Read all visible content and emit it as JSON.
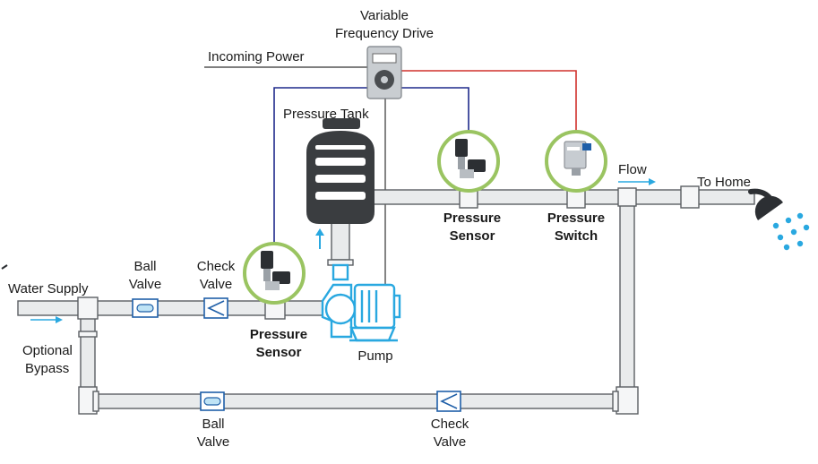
{
  "title": [
    "Variable",
    "Frequency Drive"
  ],
  "labels": {
    "incoming_power": "Incoming Power",
    "pressure_tank": "Pressure Tank",
    "flow": "Flow",
    "to_home": "To Home",
    "water_supply": "Water Supply",
    "optional_bypass": [
      "Optional",
      "Bypass"
    ],
    "ball_valve_top": [
      "Ball",
      "Valve"
    ],
    "check_valve_top": [
      "Check",
      "Valve"
    ],
    "pressure_sensor_left": [
      "Pressure",
      "Sensor"
    ],
    "pressure_sensor_right": [
      "Pressure",
      "Sensor"
    ],
    "pressure_switch": [
      "Pressure",
      "Switch"
    ],
    "pump": "Pump",
    "ball_valve_bottom": [
      "Ball",
      "Valve"
    ],
    "check_valve_bottom": [
      "Check",
      "Valve"
    ]
  },
  "colors": {
    "pipe_fill": "#e9ebec",
    "pipe_stroke": "#5b5f63",
    "sensor_ring": "#9ac461",
    "signal_blue": "#1f2a8c",
    "signal_red": "#d0302b",
    "water_blue": "#29a8e0",
    "tank_dark": "#3a3d40"
  }
}
